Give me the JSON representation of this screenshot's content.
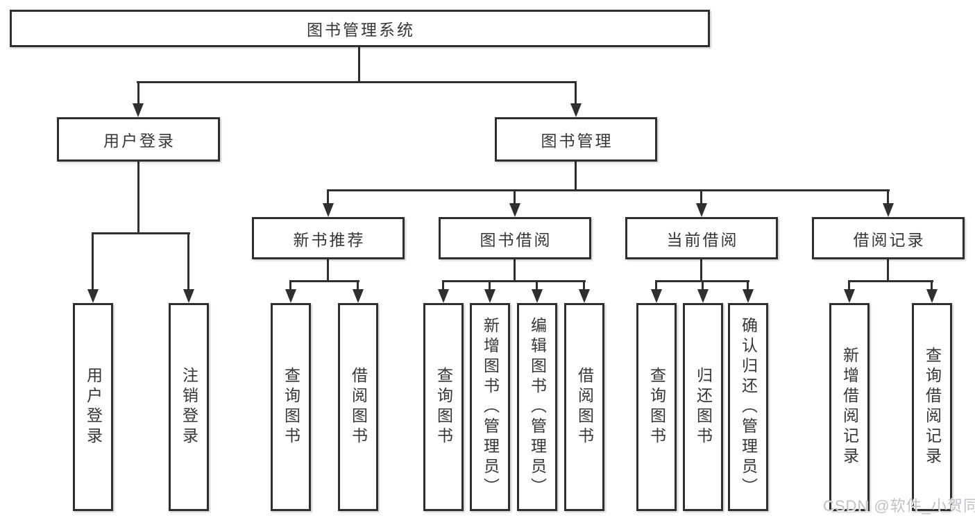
{
  "tree": {
    "label": "图书管理系统",
    "children": [
      {
        "label": "用户登录",
        "children": [
          {
            "label": "用户登录"
          },
          {
            "label": "注销登录"
          }
        ]
      },
      {
        "label": "图书管理",
        "children": [
          {
            "label": "新书推荐",
            "children": [
              {
                "label": "查询图书"
              },
              {
                "label": "借阅图书"
              }
            ]
          },
          {
            "label": "图书借阅",
            "children": [
              {
                "label": "查询图书"
              },
              {
                "label": "新增图书（管理员）"
              },
              {
                "label": "编辑图书（管理员）"
              },
              {
                "label": "借阅图书"
              }
            ]
          },
          {
            "label": "当前借阅",
            "children": [
              {
                "label": "查询图书"
              },
              {
                "label": "归还图书"
              },
              {
                "label": "确认归还（管理员）"
              }
            ]
          },
          {
            "label": "借阅记录",
            "children": [
              {
                "label": "新增借阅记录"
              },
              {
                "label": "查询借阅记录"
              }
            ]
          }
        ]
      }
    ]
  },
  "watermark": {
    "text": "CSDN @软件_小贺同学"
  },
  "colors": {
    "line": "#2f2f2f",
    "text": "#363636",
    "watermark": "#bfc2c7",
    "background": "#ffffff"
  }
}
